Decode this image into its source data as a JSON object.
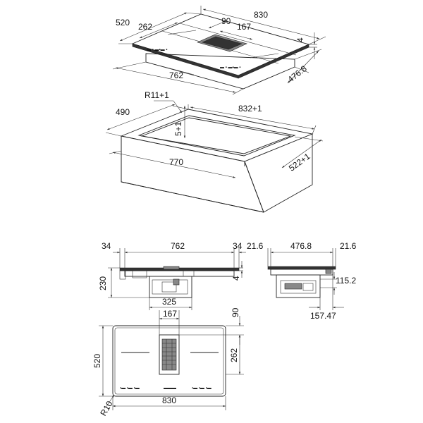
{
  "iso_top": {
    "dims": {
      "length": "830",
      "depth": "520",
      "zone_width": "262",
      "vent_depth": "90",
      "vent_width": "167",
      "thickness": "4",
      "base_length": "762",
      "base_depth": "476.8"
    }
  },
  "iso_cutout": {
    "dims": {
      "radius": "R11+1",
      "depth": "490",
      "length": "832+1",
      "recess": "5+1",
      "inner_length": "770",
      "width": "522+1"
    }
  },
  "front_view": {
    "dims": {
      "left_offset": "34",
      "base_length": "762",
      "right_offset": "34",
      "height": "230",
      "thickness": "4",
      "motor_width": "325"
    }
  },
  "side_view": {
    "dims": {
      "left_offset": "21.6",
      "base_depth": "476.8",
      "right_offset": "21.6",
      "offset_a": "115.2",
      "offset_b": "157.47"
    }
  },
  "plan_view": {
    "dims": {
      "vent_width": "167",
      "vent_depth": "90",
      "depth": "520",
      "zone_depth": "262",
      "radius": "R10",
      "length": "830"
    }
  }
}
